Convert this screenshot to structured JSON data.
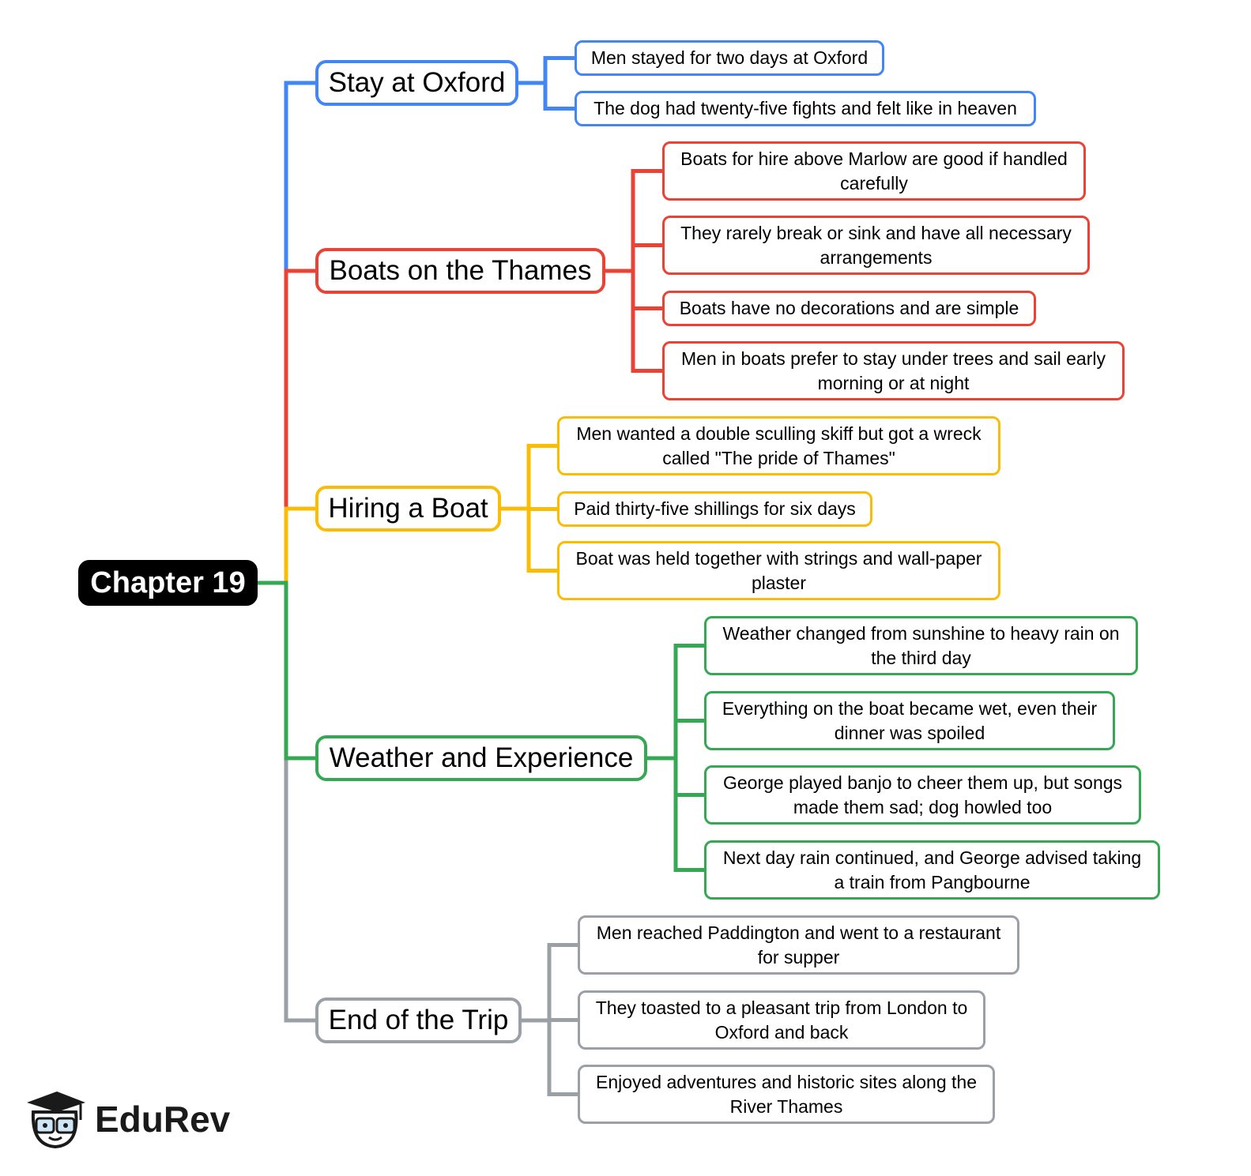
{
  "colors": {
    "blue": "#4285f4",
    "red": "#ea4335",
    "yellow": "#fbbc05",
    "green": "#34a853",
    "gray": "#9aa0a6"
  },
  "root": {
    "label": "Chapter 19"
  },
  "branches": [
    {
      "label": "Stay at Oxford",
      "color": "#4285f4",
      "items": [
        "Men stayed for two days at Oxford",
        "The dog had twenty-five fights and felt like in heaven"
      ]
    },
    {
      "label": "Boats on the Thames",
      "color": "#ea4335",
      "items": [
        "Boats for hire above Marlow are good if handled carefully",
        "They rarely break or sink and have all necessary arrangements",
        "Boats have no decorations and are simple",
        "Men in boats prefer to stay under trees and sail early morning or at night"
      ]
    },
    {
      "label": "Hiring a Boat",
      "color": "#fbbc05",
      "items": [
        "Men wanted a double sculling skiff but got a wreck called \"The pride of Thames\"",
        "Paid thirty-five shillings for six days",
        "Boat was held together with strings and wall-paper plaster"
      ]
    },
    {
      "label": "Weather and Experience",
      "color": "#34a853",
      "items": [
        "Weather changed from sunshine to heavy rain on the third day",
        "Everything on the boat became wet, even their dinner was spoiled",
        "George played banjo to cheer them up, but songs made them sad; dog howled too",
        "Next day rain continued, and George advised taking a train from Pangbourne"
      ]
    },
    {
      "label": "End of the Trip",
      "color": "#9aa0a6",
      "items": [
        "Men reached Paddington and went to a restaurant for supper",
        "They toasted to a pleasant trip from London to Oxford and back",
        "Enjoyed adventures and historic sites along the River Thames"
      ]
    }
  ],
  "logo": {
    "text": "EduRev",
    "icon": "graduate-owl-icon"
  }
}
